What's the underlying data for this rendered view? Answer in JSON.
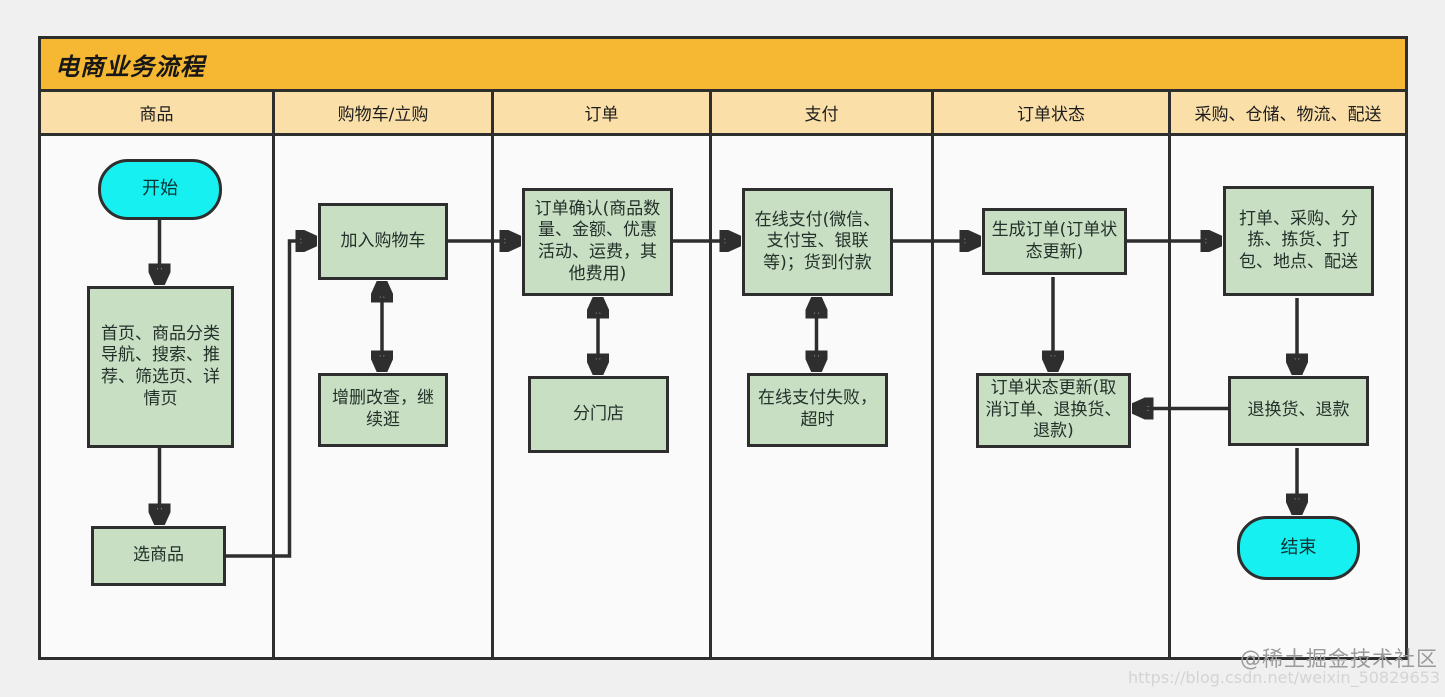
{
  "title": "电商业务流程",
  "lanes": [
    {
      "label": "商品"
    },
    {
      "label": "购物车/立购"
    },
    {
      "label": "订单"
    },
    {
      "label": "支付"
    },
    {
      "label": "订单状态"
    },
    {
      "label": "采购、仓储、物流、配送"
    }
  ],
  "nodes": {
    "start": {
      "label": "开始",
      "type": "terminal"
    },
    "browse": {
      "label": "首页、商品分类导航、搜索、推荐、筛选页、详情页",
      "type": "process"
    },
    "pick": {
      "label": "选商品",
      "type": "process"
    },
    "add_cart": {
      "label": "加入购物车",
      "type": "process"
    },
    "cart_crud": {
      "label": "增删改查，继续逛",
      "type": "process"
    },
    "order_confirm": {
      "label": "订单确认(商品数量、金额、优惠活动、运费，其他费用)",
      "type": "process"
    },
    "split_store": {
      "label": "分门店",
      "type": "process"
    },
    "pay_online": {
      "label": "在线支付(微信、支付宝、银联等)；货到付款",
      "type": "process"
    },
    "pay_fail": {
      "label": "在线支付失败，超时",
      "type": "process"
    },
    "gen_order": {
      "label": "生成订单(订单状态更新)",
      "type": "process"
    },
    "status_update": {
      "label": "订单状态更新(取消订单、退换货、退款)",
      "type": "process"
    },
    "fulfillment": {
      "label": "打单、采购、分拣、拣货、打包、地点、配送",
      "type": "process"
    },
    "returns": {
      "label": "退换货、退款",
      "type": "process"
    },
    "end": {
      "label": "结束",
      "type": "terminal"
    }
  },
  "edges": [
    {
      "from": "start",
      "to": "browse"
    },
    {
      "from": "browse",
      "to": "pick"
    },
    {
      "from": "pick",
      "to": "add_cart"
    },
    {
      "from": "add_cart",
      "to": "order_confirm"
    },
    {
      "from": "add_cart",
      "to": "cart_crud",
      "bidirectional": true
    },
    {
      "from": "order_confirm",
      "to": "split_store",
      "bidirectional": true
    },
    {
      "from": "order_confirm",
      "to": "pay_online"
    },
    {
      "from": "pay_online",
      "to": "pay_fail",
      "bidirectional": true
    },
    {
      "from": "pay_online",
      "to": "gen_order"
    },
    {
      "from": "gen_order",
      "to": "status_update"
    },
    {
      "from": "gen_order",
      "to": "fulfillment"
    },
    {
      "from": "fulfillment",
      "to": "returns"
    },
    {
      "from": "returns",
      "to": "status_update"
    },
    {
      "from": "returns",
      "to": "end"
    }
  ],
  "watermark": {
    "community": "@稀土掘金技术社区",
    "url": "https://blog.csdn.net/weixin_50829653"
  },
  "colors": {
    "title_band": "#f6b832",
    "header_band": "#fbdfa9",
    "process_fill": "#c9dfc3",
    "terminal_fill": "#17f0f0",
    "line": "#2e2e2e"
  }
}
